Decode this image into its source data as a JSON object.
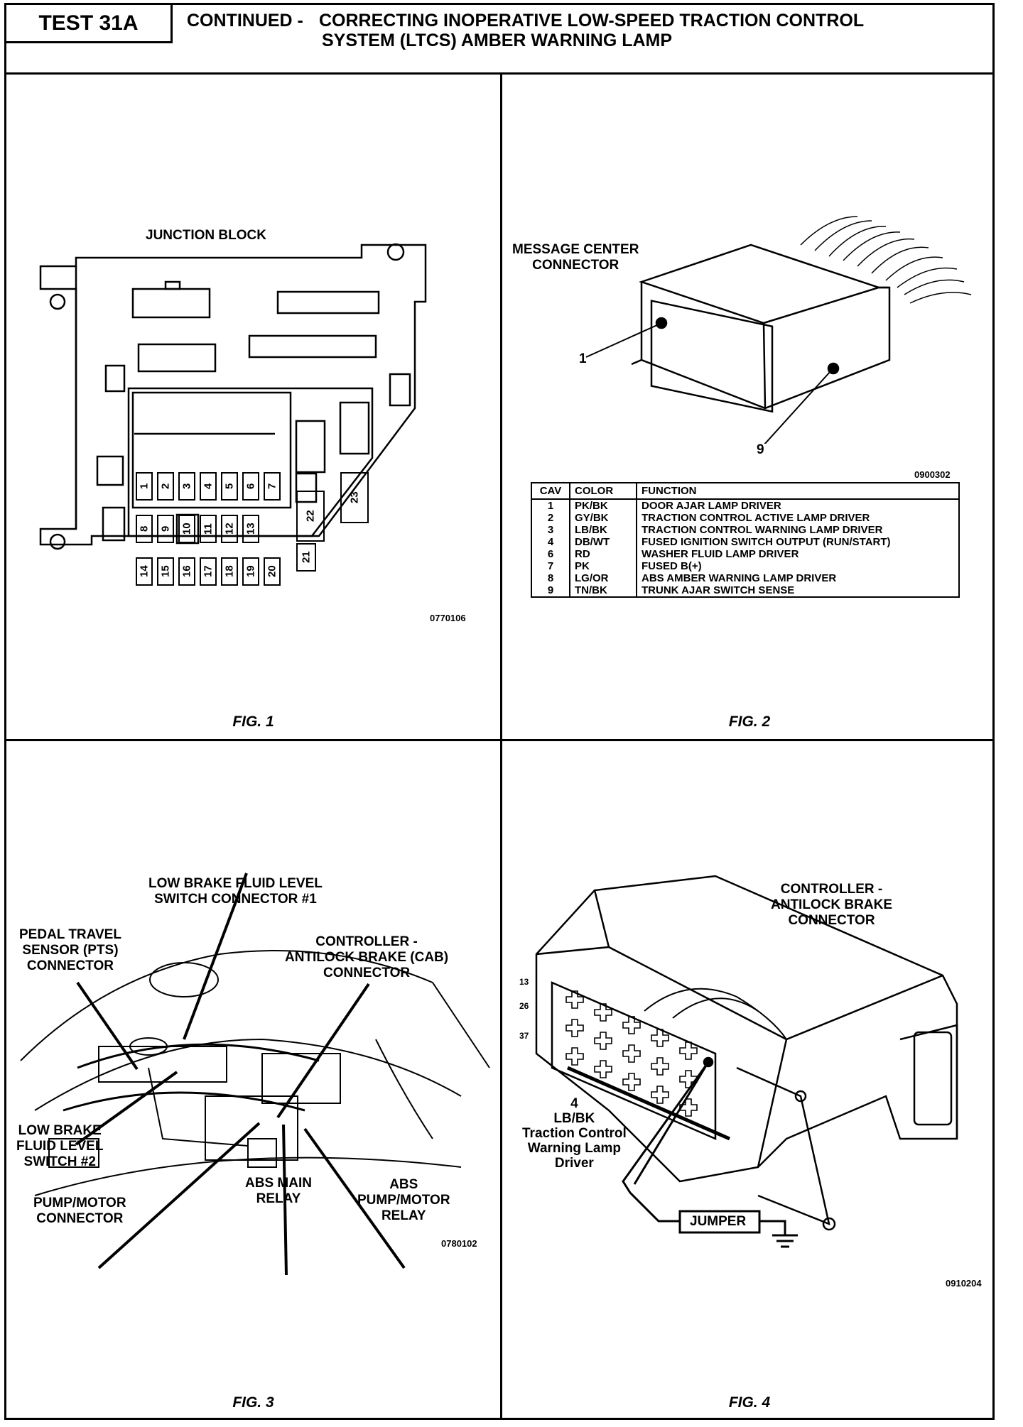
{
  "header": {
    "test_id": "TEST 31A",
    "continued": "CONTINUED -",
    "title_line1": "CORRECTING INOPERATIVE LOW-SPEED TRACTION CONTROL",
    "title_line2": "SYSTEM (LTCS) AMBER WARNING LAMP"
  },
  "fig1": {
    "caption": "FIG. 1",
    "title": "JUNCTION BLOCK",
    "code": "0770106",
    "fuses_row1": [
      "1",
      "2",
      "3",
      "4",
      "5",
      "6",
      "7"
    ],
    "fuses_row2": [
      "8",
      "9",
      "10",
      "11",
      "12",
      "13"
    ],
    "fuses_row3": [
      "14",
      "15",
      "16",
      "17",
      "18",
      "19",
      "20"
    ],
    "fuses_large": [
      "22",
      "23",
      "21"
    ]
  },
  "fig2": {
    "caption": "FIG. 2",
    "title": "MESSAGE CENTER\nCONNECTOR",
    "pin1": "1",
    "pin9": "9",
    "code": "0900302",
    "table": {
      "headers": [
        "CAV",
        "COLOR",
        "FUNCTION"
      ],
      "rows": [
        [
          "1",
          "PK/BK",
          "DOOR AJAR LAMP DRIVER"
        ],
        [
          "2",
          "GY/BK",
          "TRACTION CONTROL ACTIVE LAMP DRIVER"
        ],
        [
          "3",
          "LB/BK",
          "TRACTION CONTROL WARNING LAMP DRIVER"
        ],
        [
          "4",
          "DB/WT",
          "FUSED IGNITION SWITCH OUTPUT (RUN/START)"
        ],
        [
          "6",
          "RD",
          "WASHER FLUID LAMP DRIVER"
        ],
        [
          "7",
          "PK",
          "FUSED B(+)"
        ],
        [
          "8",
          "LG/OR",
          "ABS AMBER WARNING LAMP DRIVER"
        ],
        [
          "9",
          "TN/BK",
          "TRUNK AJAR SWITCH SENSE"
        ]
      ]
    }
  },
  "fig3": {
    "caption": "FIG. 3",
    "code": "0780102",
    "labels": {
      "low_brake_1": "LOW BRAKE FLUID LEVEL\nSWITCH CONNECTOR #1",
      "pts": "PEDAL TRAVEL\nSENSOR (PTS)\nCONNECTOR",
      "cab": "CONTROLLER -\nANTILOCK BRAKE (CAB)\nCONNECTOR",
      "low_brake_2": "LOW BRAKE\nFLUID LEVEL\nSWITCH #2",
      "pump_motor": "PUMP/MOTOR\nCONNECTOR",
      "abs_main": "ABS MAIN\nRELAY",
      "abs_pump": "ABS\nPUMP/MOTOR\nRELAY"
    }
  },
  "fig4": {
    "caption": "FIG. 4",
    "code": "0910204",
    "title": "CONTROLLER -\nANTILOCK BRAKE\nCONNECTOR",
    "pin_label": "4\nLB/BK\nTraction Control\nWarning Lamp\nDriver",
    "jumper": "JUMPER",
    "side_nums": [
      "13",
      "26",
      "37"
    ]
  }
}
